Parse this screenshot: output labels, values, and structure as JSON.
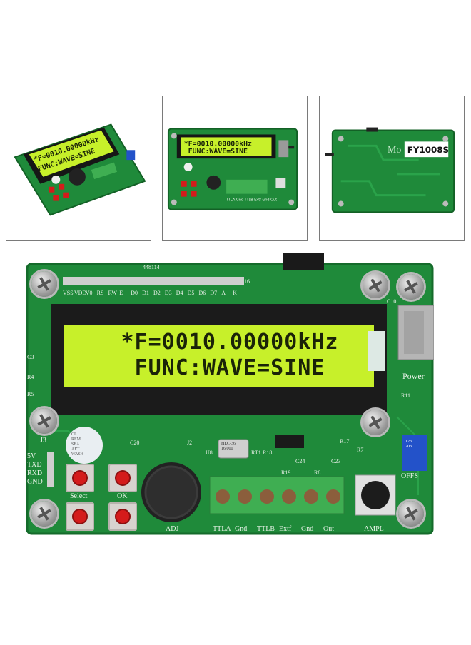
{
  "thumbnails": [
    {
      "name": "board-angled-view",
      "lcd_line1": "*F=0010.00000kHz",
      "lcd_line2": "FUNC:WAVE=SINE"
    },
    {
      "name": "board-front-view",
      "lcd_line1": "*F=0010.00000kHz",
      "lcd_line2": "FUNC:WAVE=SINE",
      "terminal_labels": "TTLA Gnd TTLB Extf Gnd Out"
    },
    {
      "name": "board-back-view",
      "model_label": "FY1008S",
      "partial_text": "Mo"
    }
  ],
  "main": {
    "lcd_line1": "*F=0010.00000kHz",
    "lcd_line2": "FUNC:WAVE=SINE",
    "pin_header_code": "448114",
    "lcd_pins": [
      "VSS",
      "VDD",
      "V0",
      "RS",
      "RW",
      "E",
      "D0",
      "D1",
      "D2",
      "D3",
      "D4",
      "D5",
      "D6",
      "D7",
      "A",
      "K"
    ],
    "pin16": "16",
    "power_label": "Power",
    "side_pins": [
      "5V",
      "TXD",
      "RXD",
      "GND"
    ],
    "j3": "J3",
    "buttons": {
      "select": "Select",
      "ok": "OK"
    },
    "knob_label": "ADJ",
    "terminals": [
      "TTLA",
      "Gnd",
      "TTLB",
      "Extf",
      "Gnd",
      "Out"
    ],
    "ampl_label": "AMPL",
    "offs_label": "OFFS",
    "refdes": [
      "C10",
      "R11",
      "C3",
      "R4",
      "R5",
      "C20",
      "J2",
      "U8",
      "RT1",
      "R18",
      "R17",
      "R7",
      "C24",
      "R19",
      "R8",
      "C23"
    ],
    "crystal_label": "HEC-36\n16.000",
    "buzzer_text": "CL\nREM\nSEA\nAFT\nWASH",
    "pot_label": "123\n203"
  },
  "colors": {
    "pcb": "#1f8a3a",
    "pcb_dark": "#156b2b",
    "lcd_bg": "#c7f02a",
    "lcd_frame": "#1b1b1b",
    "terminal": "#3fae52",
    "button_red": "#d41b1b"
  }
}
